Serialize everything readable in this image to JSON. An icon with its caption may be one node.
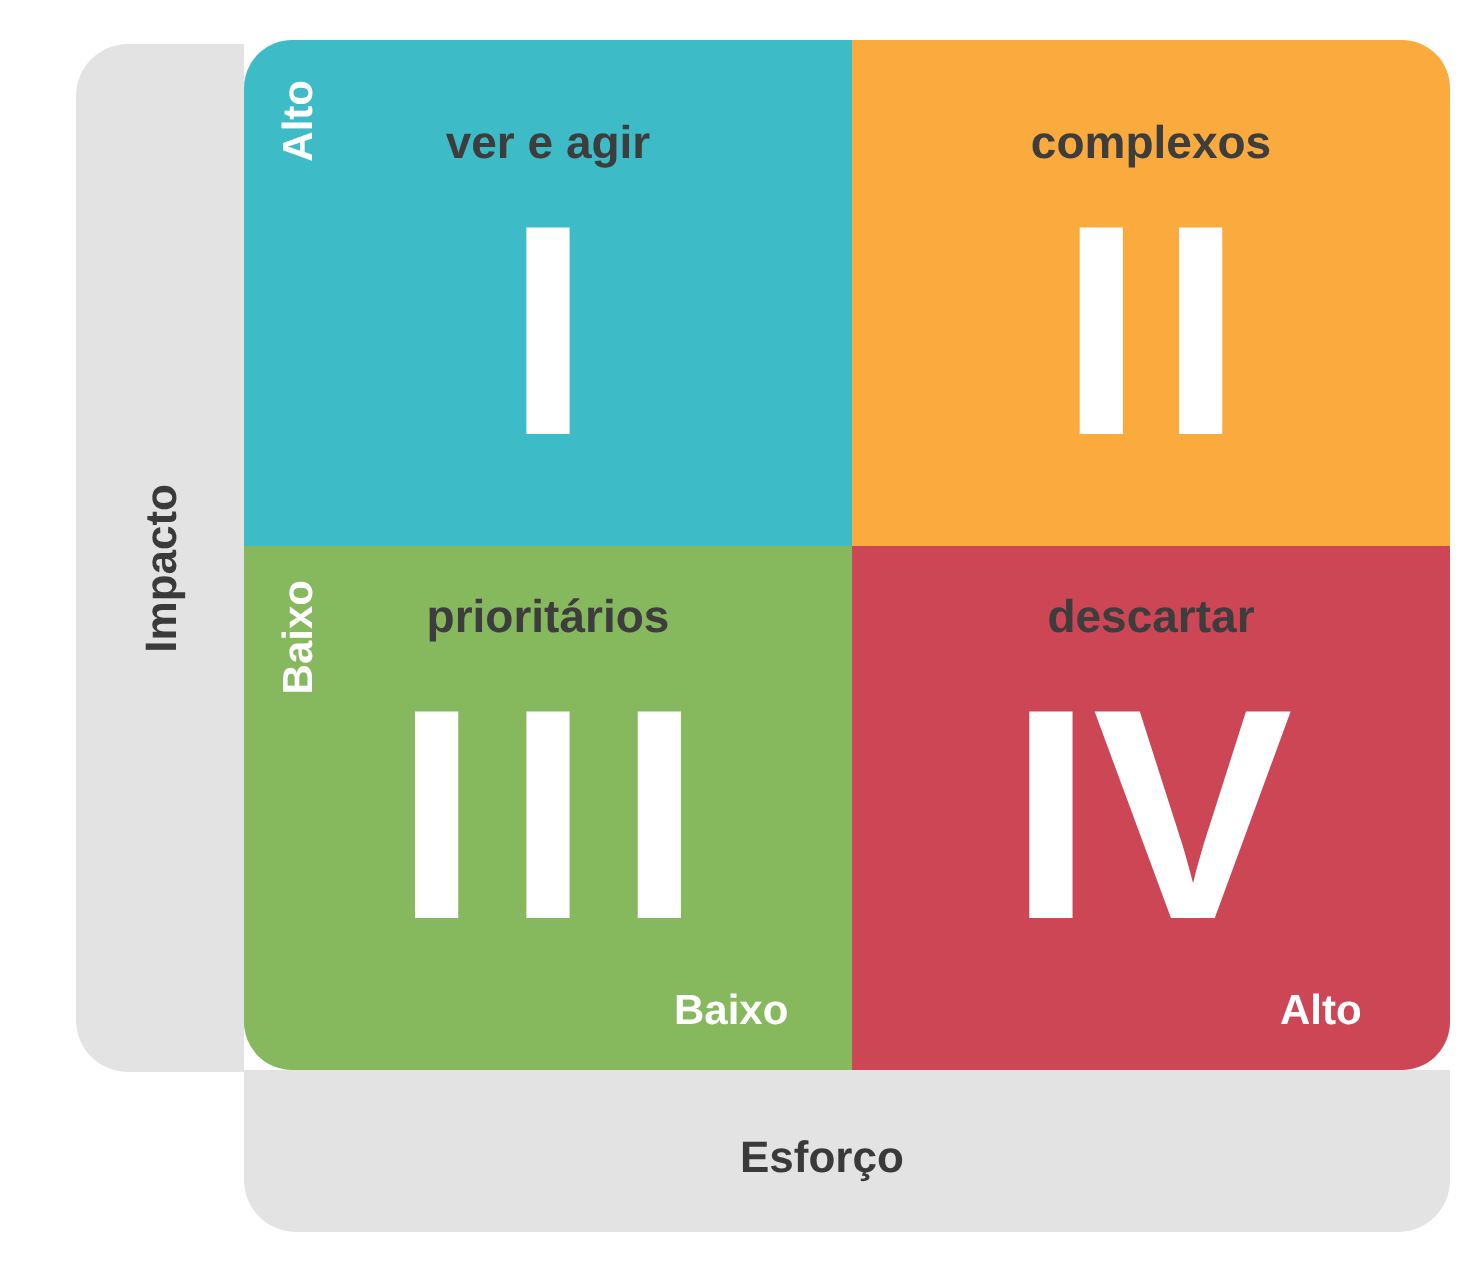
{
  "diagram": {
    "nodes": [
      {
        "text": [
          "Impacto"
        ]
      },
      {
        "text": [
          "Esforço"
        ]
      },
      {
        "text": [
          "ver e agir",
          "I"
        ]
      },
      {
        "text": [
          "complexos",
          "II"
        ]
      },
      {
        "text": [
          "prioritários",
          "III"
        ]
      },
      {
        "text": [
          "descartar",
          "IV"
        ]
      }
    ],
    "labels": [
      "Alto",
      "Baixo",
      "Baixo",
      "Alto"
    ]
  }
}
